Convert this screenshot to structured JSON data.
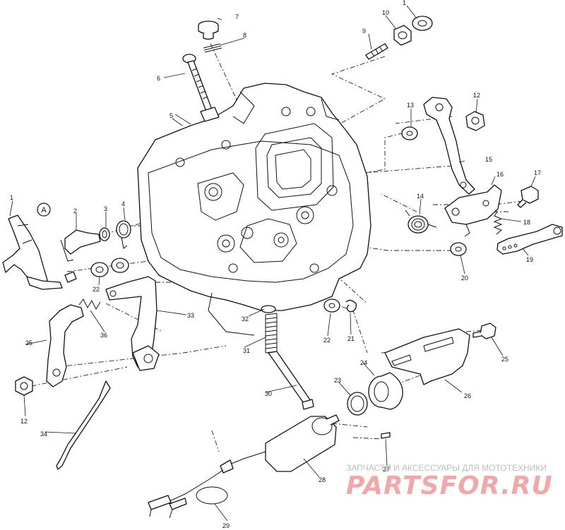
{
  "diagram": {
    "ref_marker": "A",
    "callouts": [
      {
        "id": "p1",
        "text": "1"
      },
      {
        "id": "p1b",
        "text": "1"
      },
      {
        "id": "p2",
        "text": "2"
      },
      {
        "id": "p3",
        "text": "3"
      },
      {
        "id": "p4",
        "text": "4"
      },
      {
        "id": "p5",
        "text": "5"
      },
      {
        "id": "p6",
        "text": "6"
      },
      {
        "id": "p7",
        "text": "7"
      },
      {
        "id": "p8",
        "text": "8"
      },
      {
        "id": "p9",
        "text": "9"
      },
      {
        "id": "p10",
        "text": "10"
      },
      {
        "id": "p12a",
        "text": "12"
      },
      {
        "id": "p12b",
        "text": "12"
      },
      {
        "id": "p13",
        "text": "13"
      },
      {
        "id": "p14",
        "text": "14"
      },
      {
        "id": "p15",
        "text": "15"
      },
      {
        "id": "p16",
        "text": "16"
      },
      {
        "id": "p17",
        "text": "17"
      },
      {
        "id": "p18",
        "text": "18"
      },
      {
        "id": "p19",
        "text": "19"
      },
      {
        "id": "p20",
        "text": "20"
      },
      {
        "id": "p21",
        "text": "21"
      },
      {
        "id": "p22a",
        "text": "22"
      },
      {
        "id": "p22b",
        "text": "22"
      },
      {
        "id": "p23",
        "text": "23"
      },
      {
        "id": "p24",
        "text": "24"
      },
      {
        "id": "p25",
        "text": "25"
      },
      {
        "id": "p26",
        "text": "26"
      },
      {
        "id": "p27",
        "text": "27"
      },
      {
        "id": "p28",
        "text": "28"
      },
      {
        "id": "p29",
        "text": "29"
      },
      {
        "id": "p30",
        "text": "30"
      },
      {
        "id": "p31",
        "text": "31"
      },
      {
        "id": "p32",
        "text": "32"
      },
      {
        "id": "p33",
        "text": "33"
      },
      {
        "id": "p34",
        "text": "34"
      },
      {
        "id": "p35",
        "text": "35"
      },
      {
        "id": "p36",
        "text": "36"
      }
    ]
  },
  "watermark": {
    "tagline": "ЗАПЧАСТИ И АКСЕССУАРЫ ДЛЯ МОТОТЕХНИКИ",
    "brand": "PARTSFOR.RU"
  }
}
